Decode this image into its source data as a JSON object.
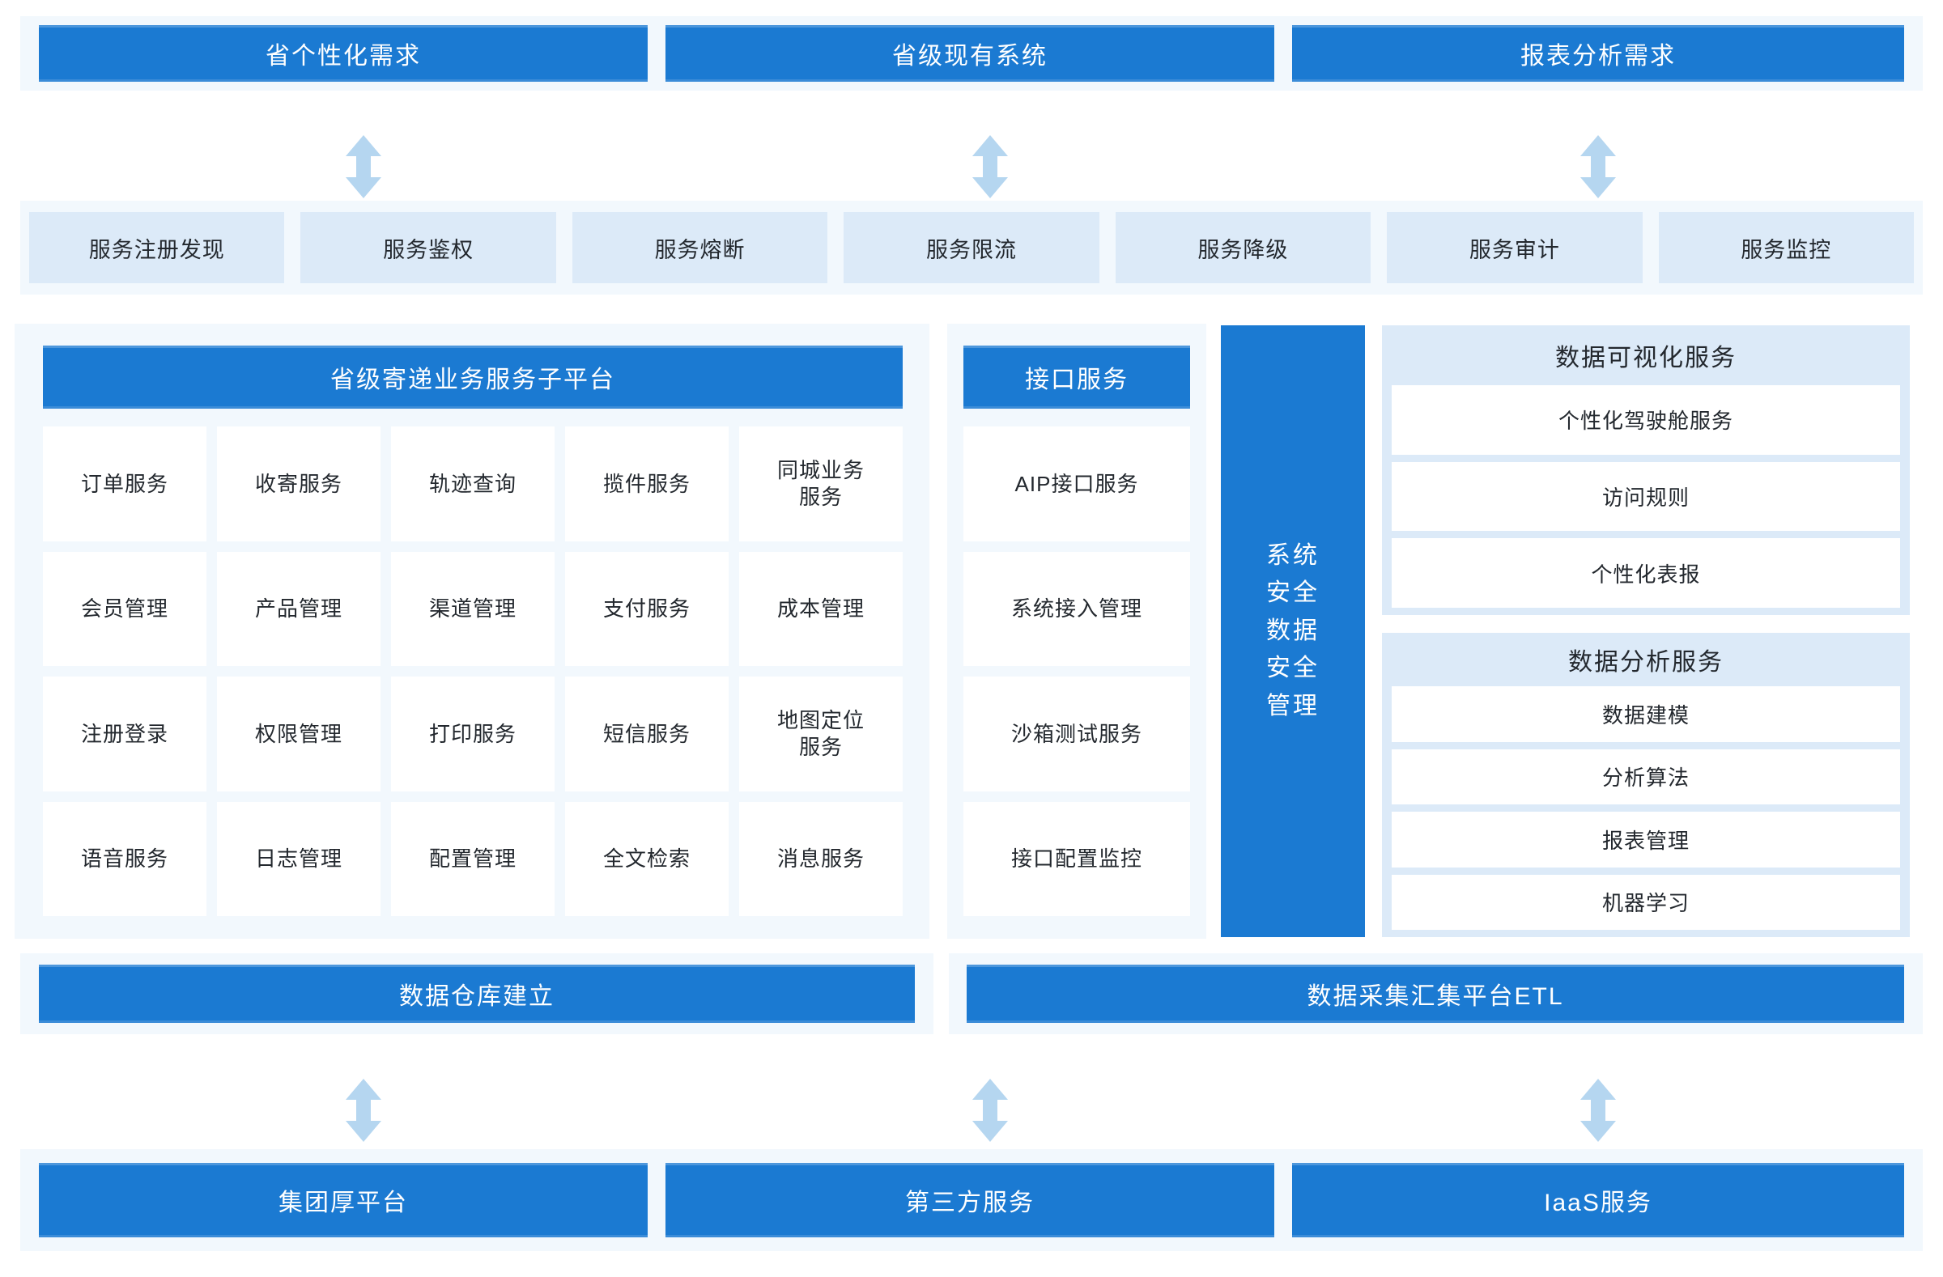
{
  "colors": {
    "primary_blue": "#1b7ad2",
    "pale_blue": "#dceaf8",
    "band_bg": "#f2f8fd",
    "arrow_blue": "#b5d6f0",
    "page_bg": "#ffffff"
  },
  "top_row": {
    "boxes": [
      {
        "label": "省个性化需求"
      },
      {
        "label": "省级现有系统"
      },
      {
        "label": "报表分析需求"
      }
    ]
  },
  "governance_row": {
    "chips": [
      {
        "label": "服务注册发现"
      },
      {
        "label": "服务鉴权"
      },
      {
        "label": "服务熔断"
      },
      {
        "label": "服务限流"
      },
      {
        "label": "服务降级"
      },
      {
        "label": "服务审计"
      },
      {
        "label": "服务监控"
      }
    ]
  },
  "platform": {
    "header": "省级寄递业务服务子平台",
    "cells": [
      "订单服务",
      "收寄服务",
      "轨迹查询",
      "揽件服务",
      "同城业务\n服务",
      "会员管理",
      "产品管理",
      "渠道管理",
      "支付服务",
      "成本管理",
      "注册登录",
      "权限管理",
      "打印服务",
      "短信服务",
      "地图定位\n服务",
      "语音服务",
      "日志管理",
      "配置管理",
      "全文检索",
      "消息服务"
    ]
  },
  "interface": {
    "header": "接口服务",
    "items": [
      "AIP接口服务",
      "系统接入管理",
      "沙箱测试服务",
      "接口配置监控"
    ]
  },
  "security": {
    "lines": [
      "系统",
      "安全",
      "数据",
      "安全",
      "管理"
    ]
  },
  "visualization": {
    "title": "数据可视化服务",
    "items": [
      "个性化驾驶舱服务",
      "访问规则",
      "个性化表报"
    ]
  },
  "analysis": {
    "title": "数据分析服务",
    "items": [
      "数据建模",
      "分析算法",
      "报表管理",
      "机器学习"
    ]
  },
  "data_layer": {
    "boxes": [
      {
        "label": "数据仓库建立"
      },
      {
        "label": "数据采集汇集平台ETL"
      }
    ]
  },
  "bottom_row": {
    "boxes": [
      {
        "label": "集团厚平台"
      },
      {
        "label": "第三方服务"
      },
      {
        "label": "IaaS服务"
      }
    ]
  },
  "arrows": {
    "icon": "double-headed-vertical-arrow-icon",
    "count_top": 3,
    "count_bottom": 3
  }
}
